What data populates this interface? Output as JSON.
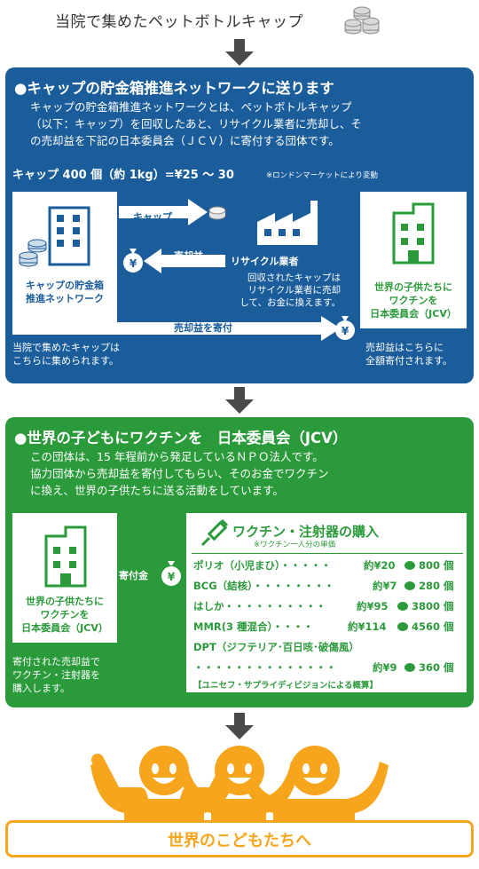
{
  "top": {
    "title": "当院で集めたペットボトルキャップ"
  },
  "blue_panel": {
    "heading": "キャップの貯金箱推進ネットワークに送ります",
    "desc": [
      "キャップの貯金箱推進ネットワークとは、ペットボトルキャップ",
      "（以下：キャップ）を回収したあと、リサイクル業者に売却し、そ",
      "の売却益を下記の日本委員会（ＪＣＶ）に寄付する団体です。"
    ],
    "rate": "キャップ 400 個（約 1kg）=¥25 〜 30",
    "rate_note": "※ロンドンマーケットにより変動",
    "network_label": [
      "キャップの貯金箱",
      "推進ネットワーク"
    ],
    "cap_arrow_label": "キャップ",
    "profit_arrow_label": "売却益",
    "recycler_label": "リサイクル業者",
    "recycler_desc": [
      "回収されたキャップは",
      "リサイクル業者に売却",
      "して、お金に換えます。"
    ],
    "donate_label": "売却益を寄付",
    "jcv_label": [
      "世界の子供たちに",
      "ワクチンを",
      "日本委員会（JCV）"
    ],
    "left_note": [
      "当院で集めたキャップは",
      "こちらに集められます。"
    ],
    "right_note": [
      "売却益はこちらに",
      "全額寄付されます。"
    ],
    "yen": "¥"
  },
  "green_panel": {
    "heading": "世界の子どもにワクチンを　日本委員会（JCV）",
    "desc": [
      "この団体は、15 年程前から発足しているＮＰＯ法人です。",
      "協力団体から売却益を寄付してもらい、そのお金でワクチン",
      "に換え、世界の子供たちに送る活動をしています。"
    ],
    "jcv_label": [
      "世界の子供たちに",
      "ワクチンを",
      "日本委員会（JCV）"
    ],
    "donation_label": "寄付金",
    "left_note": [
      "寄付された売却益で",
      "ワクチン・注射器を",
      "購入します。"
    ],
    "vaccine_title": "ワクチン・注射器の購入",
    "vaccine_subtitle": "※ワクチン一人分の単価",
    "vaccines": [
      {
        "name": "ポリオ（小児まひ）・・・・・",
        "price": "約¥20",
        "count": "800 個"
      },
      {
        "name": "BCG（結核）・・・・・・・・",
        "price": "約¥7",
        "count": "280 個"
      },
      {
        "name": "はしか・・・・・・・・・・",
        "price": "約¥95",
        "count": "3800 個"
      },
      {
        "name": "MMR(3 種混合）・・・・",
        "price": "約¥114",
        "count": "4560 個"
      },
      {
        "name": "DPT（ジフテリア･百日咳･破傷風）",
        "price": "",
        "count": ""
      },
      {
        "name": "・・・・・・・・・・・・・・",
        "price": "約¥9",
        "count": "360 個"
      }
    ],
    "source": "【ユニセフ・サプライディビジョンによる概算】"
  },
  "bottom": {
    "label": "世界のこどもたちへ"
  },
  "colors": {
    "blue": "#1a5d9a",
    "green": "#2b9a3a",
    "orange": "#f7a51c"
  }
}
